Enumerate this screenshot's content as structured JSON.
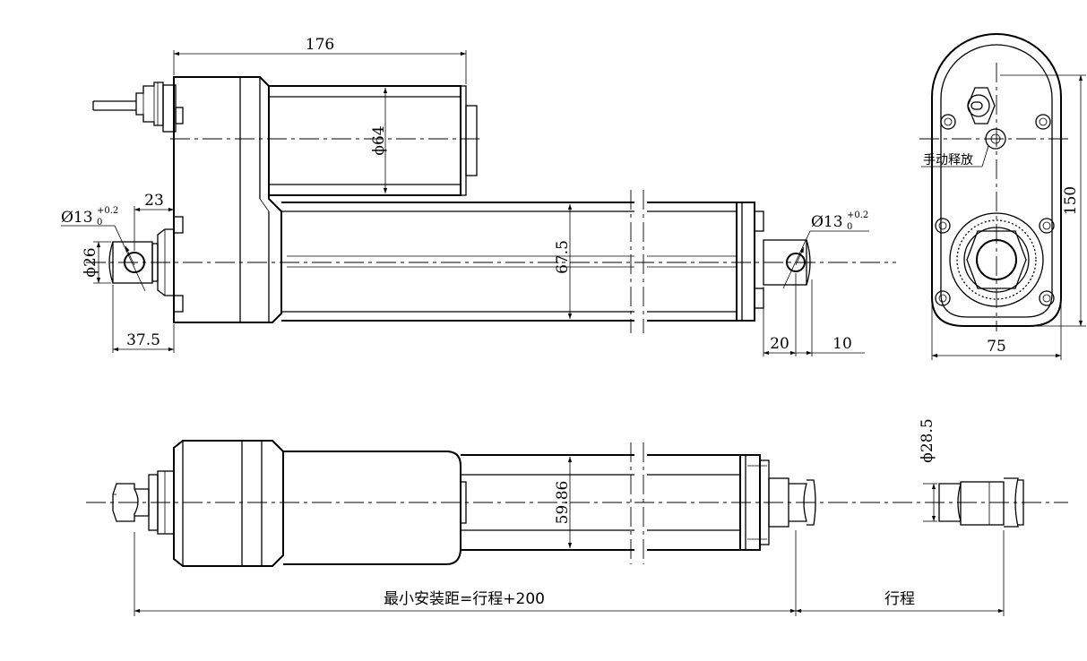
{
  "dimensions": {
    "top_length": "176",
    "motor_diameter": "ϕ64",
    "rear_offset": "23",
    "hole_diameter_rear": "Ø13",
    "hole_tol_rear_upper": "+0.2",
    "hole_tol_rear_lower": "0",
    "rear_clevis_diameter": "ϕ26",
    "rear_length": "37.5",
    "tube_height": "67.5",
    "hole_diameter_front": "Ø13",
    "hole_tol_front_upper": "+0.2",
    "hole_tol_front_lower": "0",
    "front_clevis": "20",
    "front_hole_offset": "10",
    "end_height": "150",
    "end_width": "75",
    "tube_width": "59.86",
    "rod_diameter": "ϕ28.5"
  },
  "labels": {
    "manual_release": "手动释放",
    "min_install_distance": "最小安装距=行程+200",
    "stroke": "行程"
  }
}
